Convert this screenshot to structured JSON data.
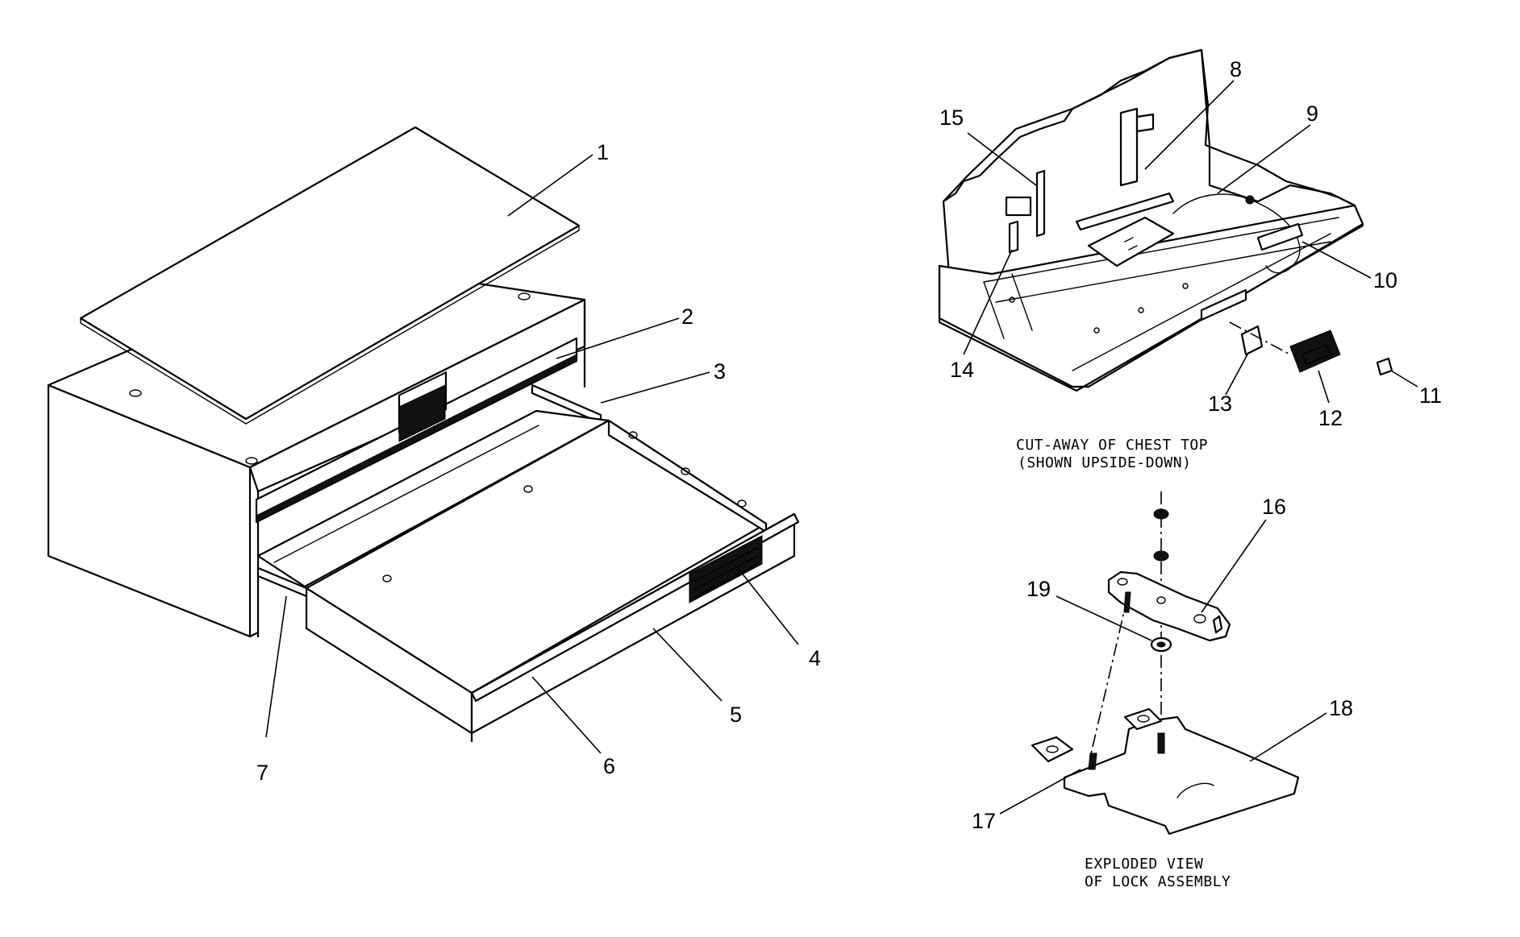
{
  "labels": {
    "p1": "1",
    "p2": "2",
    "p3": "3",
    "p4": "4",
    "p5": "5",
    "p6": "6",
    "p7": "7",
    "p8": "8",
    "p9": "9",
    "p10": "10",
    "p11": "11",
    "p12": "12",
    "p13": "13",
    "p14": "14",
    "p15": "15",
    "p16": "16",
    "p17": "17",
    "p18": "18",
    "p19": "19"
  },
  "captions": {
    "cutaway_line1": "CUT-AWAY OF CHEST TOP",
    "cutaway_line2": "(SHOWN UPSIDE-DOWN)",
    "exploded_line1": "EXPLODED VIEW",
    "exploded_line2": "OF LOCK ASSEMBLY"
  },
  "colors": {
    "ink": "#000000",
    "paper": "#ffffff"
  }
}
